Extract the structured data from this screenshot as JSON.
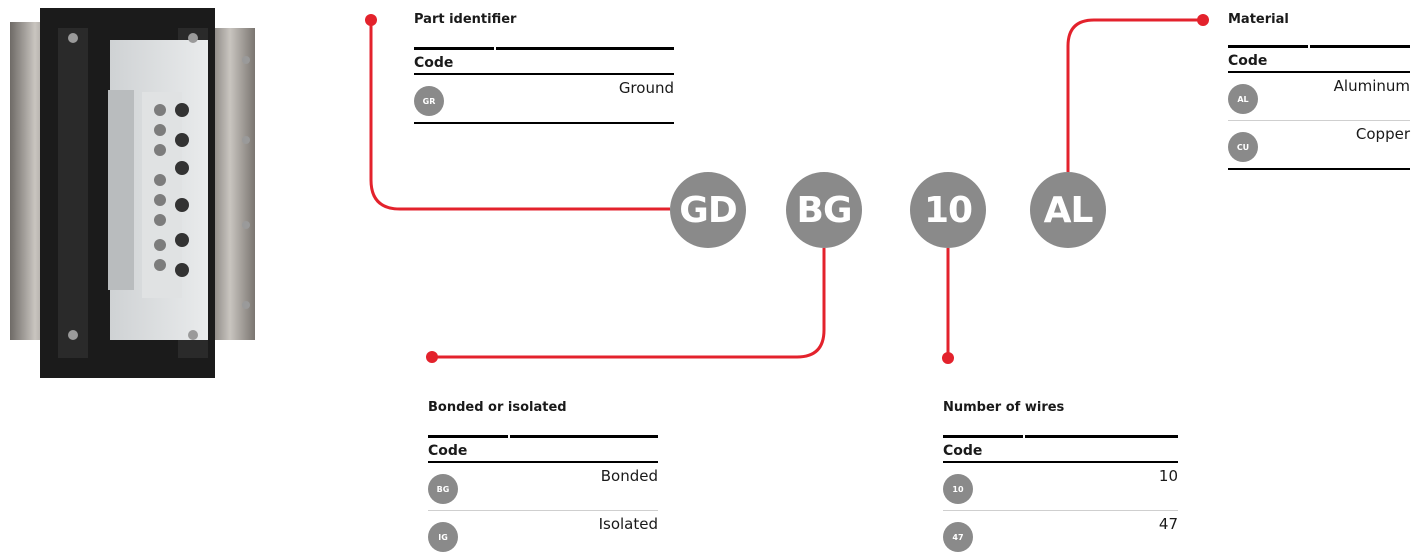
{
  "accent_color": "#e3222c",
  "circle_color": "#8a8a8a",
  "product_image": "ground-bar-assembly",
  "codes": [
    "GD",
    "BG",
    "10",
    "AL"
  ],
  "blocks": {
    "part": {
      "title": "Part identifier",
      "header": "Code",
      "rows": [
        {
          "code": "GR",
          "desc": "Ground"
        }
      ]
    },
    "bonded": {
      "title": "Bonded or isolated",
      "header": "Code",
      "rows": [
        {
          "code": "BG",
          "desc": "Bonded"
        },
        {
          "code": "IG",
          "desc": "Isolated"
        }
      ]
    },
    "wires": {
      "title": "Number of wires",
      "header": "Code",
      "rows": [
        {
          "code": "10",
          "desc": "10"
        },
        {
          "code": "47",
          "desc": "47"
        }
      ]
    },
    "material": {
      "title": "Material",
      "header": "Code",
      "rows": [
        {
          "code": "AL",
          "desc": "Aluminum"
        },
        {
          "code": "CU",
          "desc": "Copper"
        }
      ]
    }
  }
}
